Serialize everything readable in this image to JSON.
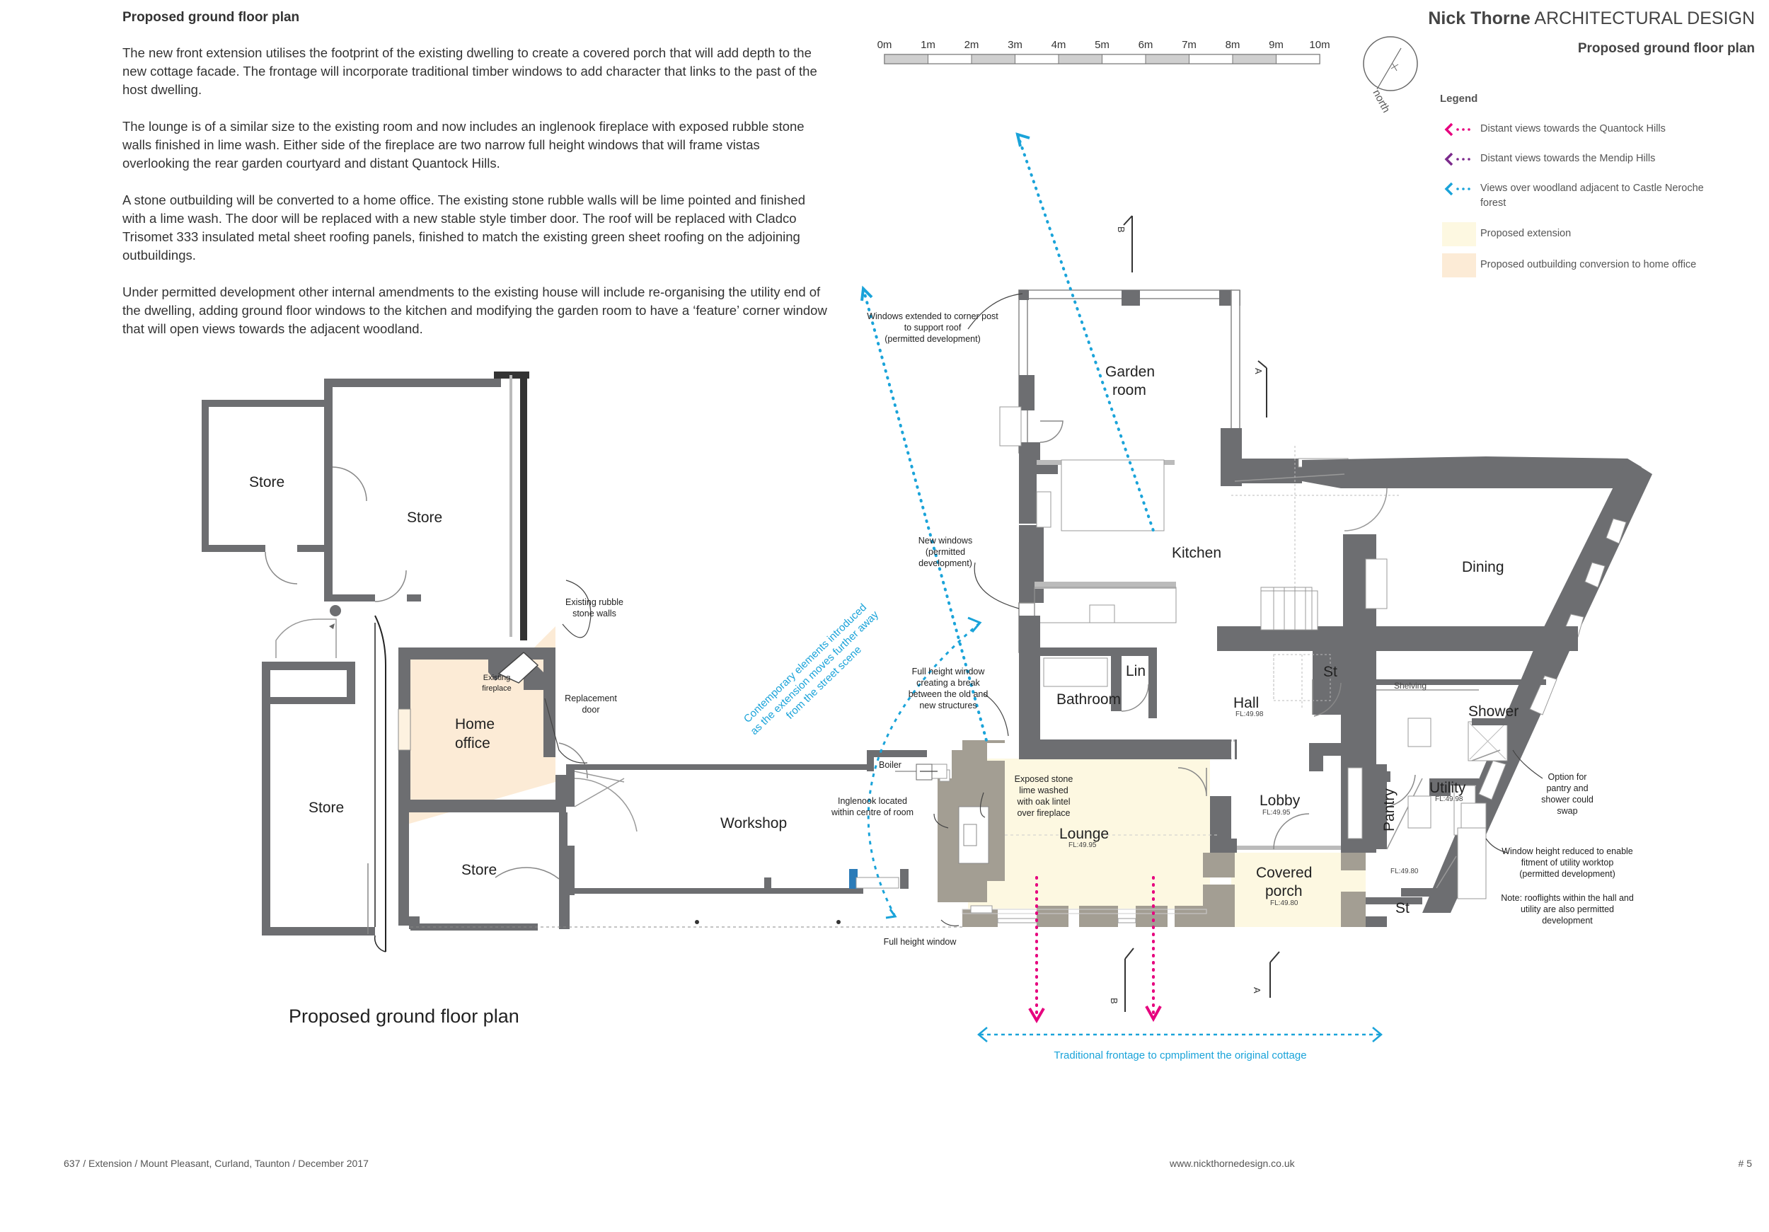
{
  "header": {
    "title": "Proposed ground floor plan",
    "brand_name": "Nick Thorne",
    "brand_suffix": "ARCHITECTURAL DESIGN",
    "subtitle": "Proposed ground floor plan"
  },
  "paragraphs": [
    "The new front extension utilises the footprint of the existing dwelling to create a covered porch that will add depth to the new cottage facade. The frontage will incorporate traditional timber windows to add character that links to the past of the host dwelling.",
    "The lounge is of a similar size to the existing room and now includes an inglenook fireplace with exposed rubble stone walls finished in lime wash. Either side of the fireplace are two narrow full height windows that will frame vistas overlooking the rear garden courtyard and distant Quantock Hills.",
    "A stone outbuilding will be converted to a home office. The existing stone rubble walls will be lime pointed and finished with a lime wash. The door will be replaced with a new stable style timber door. The roof will be replaced with Cladco Trisomet 333 insulated metal sheet roofing panels, finished to match the existing green sheet roofing on the adjoining outbuildings.",
    "Under permitted development other internal amendments to the existing house will include re-organising the utility end of the dwelling, adding ground floor windows to the kitchen and modifying the garden room to have a ‘feature’ corner window that will open views towards the adjacent woodland."
  ],
  "scale_bar": {
    "labels": [
      "0m",
      "1m",
      "2m",
      "3m",
      "4m",
      "5m",
      "6m",
      "7m",
      "8m",
      "9m",
      "10m"
    ]
  },
  "north_label": "north",
  "legend": {
    "title": "Legend",
    "items": [
      {
        "label": "Distant views towards the Quantock Hills",
        "color": "#e6007e",
        "type": "arrow"
      },
      {
        "label": "Distant views towards the Mendip Hills",
        "color": "#7b2a8c",
        "type": "arrow"
      },
      {
        "label": "Views over woodland adjacent to Castle Neroche forest",
        "color": "#1aa3d9",
        "type": "arrow"
      },
      {
        "label": "Proposed extension",
        "color": "#fdf8e1",
        "type": "fill"
      },
      {
        "label": "Proposed outbuilding conversion to home office",
        "color": "#fcebd6",
        "type": "fill"
      }
    ]
  },
  "rooms": {
    "store_1": "Store",
    "store_2": "Store",
    "store_3": "Store",
    "store_4": "Store",
    "home_office_1": "Home",
    "home_office_2": "office",
    "workshop": "Workshop",
    "garden_room_1": "Garden",
    "garden_room_2": "room",
    "kitchen": "Kitchen",
    "dining": "Dining",
    "bathroom": "Bathroom",
    "lin": "Lin",
    "hall": "Hall",
    "hall_fl": "FL:49.98",
    "st_1": "St",
    "st_2": "St",
    "shower": "Shower",
    "utility": "Utility",
    "utility_fl": "FL:49.98",
    "pantry": "Pantry",
    "lobby": "Lobby",
    "lobby_fl": "FL:49.95",
    "lounge": "Lounge",
    "lounge_fl": "FL:49.95",
    "covered_porch_1": "Covered",
    "covered_porch_2": "porch",
    "porch_fl": "FL:49.80",
    "fl_4980": "FL:49.80",
    "shelving": "Shelving"
  },
  "annotations": {
    "windows_extended": [
      "Windows extended to corner post",
      "to support roof",
      "(permitted development)"
    ],
    "new_windows": [
      "New windows",
      "(permitted",
      "development)"
    ],
    "existing_rubble": [
      "Existing rubble",
      "stone walls"
    ],
    "existing_fireplace": [
      "Existing",
      "fireplace"
    ],
    "replacement_door": [
      "Replacement",
      "door"
    ],
    "contemporary": [
      "Contemporary elements introduced",
      "as the extension moves further away",
      "from the street scene"
    ],
    "full_height_break": [
      "Full height window",
      "creating a break",
      "between the old and",
      "new structures"
    ],
    "boiler": [
      "Boiler"
    ],
    "inglenook": [
      "Inglenook located",
      "within centre of room"
    ],
    "exposed_stone": [
      "Exposed stone",
      "lime washed",
      "with oak lintel",
      "over fireplace"
    ],
    "full_height_window": [
      "Full height window"
    ],
    "option_pantry": [
      "Option for",
      "pantry and",
      "shower could",
      "swap"
    ],
    "window_height": [
      "Window height reduced to enable",
      "fitment of utility worktop",
      "(permitted development)"
    ],
    "note_rooflights": [
      "Note: rooflights within the hall and",
      "utility are also permitted",
      "development"
    ],
    "section_a": "A",
    "section_b": "B",
    "frontage": "Traditional frontage to cpmpliment the original cottage"
  },
  "plan_title": "Proposed ground floor plan",
  "footer": {
    "left": "637 / Extension / Mount Pleasant, Curland, Taunton / December 2017",
    "center": "www.nickthornedesign.co.uk",
    "right": "# 5"
  },
  "colors": {
    "wall": "#6d6e71",
    "new_wall": "#a39e93",
    "extension": "#fdf8e1",
    "office": "#fcebd6",
    "quantock": "#e6007e",
    "mendip": "#7b2a8c",
    "woodland": "#1aa3d9"
  }
}
